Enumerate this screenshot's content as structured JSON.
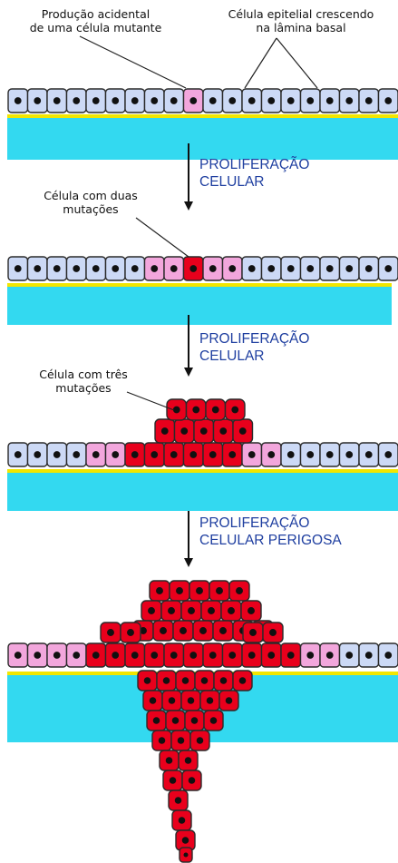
{
  "labels": {
    "mutant_line1": "Produção acidental",
    "mutant_line2": "de uma célula mutante",
    "epithelial_line1": "Célula epitelial crescendo",
    "epithelial_line2": "na lâmina basal",
    "two_mut_line1": "Célula com duas",
    "two_mut_line2": "mutações",
    "three_mut_line1": "Célula com três",
    "three_mut_line2": "mutações"
  },
  "steps": [
    {
      "line1": "PROLIFERAÇÃO",
      "line2": "CELULAR"
    },
    {
      "line1": "PROLIFERAÇÃO",
      "line2": "CELULAR"
    },
    {
      "line1": "PROLIFERAÇÃO",
      "line2": "CELULAR PERIGOSA"
    }
  ],
  "colors": {
    "normal_cell": "#ccd9f5",
    "one_mutation_cell": "#f2a6dc",
    "mutant_cell": "#e8001c",
    "nucleus": "#111111",
    "basal_lamina": "#f2e600",
    "tissue": "#33d9f0",
    "text": "#1f3fa0",
    "cell_border": "#2a2a2a"
  }
}
